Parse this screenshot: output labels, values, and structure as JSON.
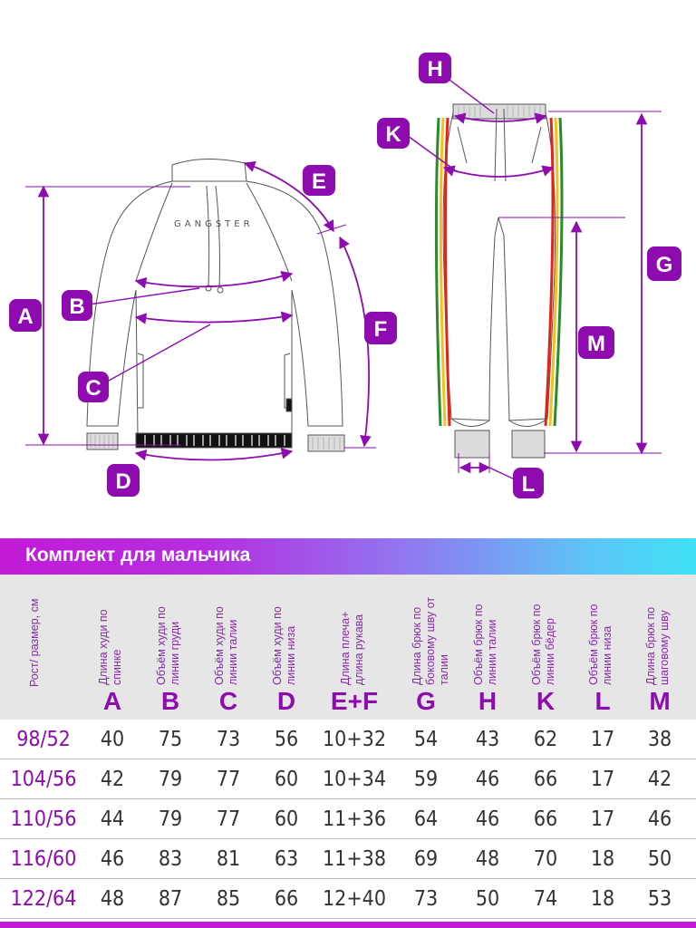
{
  "colors": {
    "accent": "#8e0bb0",
    "badge": "#8e0bb0",
    "stripe_green": "#2b8a2b",
    "stripe_yellow": "#f2c21b",
    "stripe_red": "#e0241b",
    "header_bg": "#e6e6e6"
  },
  "diagram": {
    "brand_print": "GANGSTER",
    "badges": [
      "A",
      "B",
      "C",
      "D",
      "E",
      "F",
      "G",
      "H",
      "K",
      "L",
      "M"
    ]
  },
  "banner": {
    "title": "Комплект для мальчика"
  },
  "table": {
    "columns": [
      {
        "desc": "Рост/ размер, см",
        "letter": ""
      },
      {
        "desc": "Длина худи по спинке",
        "letter": "A"
      },
      {
        "desc": "Объём худи по линии груди",
        "letter": "B"
      },
      {
        "desc": "Объём худи по линии талии",
        "letter": "C"
      },
      {
        "desc": "Объём худи по линии низа",
        "letter": "D"
      },
      {
        "desc": "Длина плеча+ длина рукава",
        "letter": "E+F"
      },
      {
        "desc": "Длина брюк по боковому шву от талии",
        "letter": "G"
      },
      {
        "desc": "Объём брюк по линии талии",
        "letter": "H"
      },
      {
        "desc": "Объём брюк по линии бёдер",
        "letter": "K"
      },
      {
        "desc": "Объём брюк по линии низа",
        "letter": "L"
      },
      {
        "desc": "Длина брюк по шаговому шву",
        "letter": "M"
      }
    ],
    "rows": [
      [
        "98/52",
        "40",
        "75",
        "73",
        "56",
        "10+32",
        "54",
        "43",
        "62",
        "17",
        "38"
      ],
      [
        "104/56",
        "42",
        "79",
        "77",
        "60",
        "10+34",
        "59",
        "46",
        "66",
        "17",
        "42"
      ],
      [
        "110/56",
        "44",
        "79",
        "77",
        "60",
        "11+36",
        "64",
        "46",
        "66",
        "17",
        "46"
      ],
      [
        "116/60",
        "46",
        "83",
        "81",
        "63",
        "11+38",
        "69",
        "48",
        "70",
        "18",
        "50"
      ],
      [
        "122/64",
        "48",
        "87",
        "85",
        "66",
        "12+40",
        "73",
        "50",
        "74",
        "18",
        "53"
      ]
    ]
  }
}
